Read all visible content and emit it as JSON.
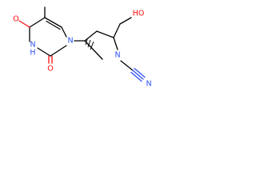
{
  "molecule": {
    "atoms": {
      "hydroxyl": "HO",
      "carbonyl_top": "O",
      "ring_nh": "N",
      "ring_nh_h": "H",
      "carbonyl_bottom": "O",
      "ring_n1": "N",
      "pyrrolidine_n": "N",
      "nitrile_n": "N"
    },
    "colors": {
      "carbon_bond": "#000000",
      "oxygen": "#ff0d0d",
      "nitrogen": "#3050f8"
    }
  }
}
